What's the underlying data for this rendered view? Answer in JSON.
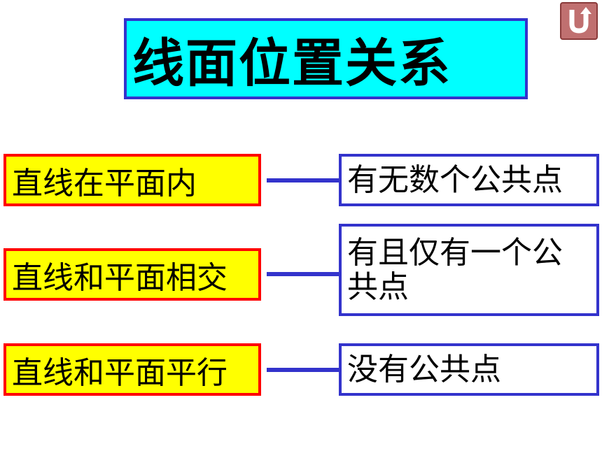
{
  "title": "线面位置关系",
  "back_button_icon": "return-arrow-icon",
  "colors": {
    "title_bg": "#00ffff",
    "title_border": "#3333cc",
    "left_bg": "#ffff00",
    "left_border": "#ff0000",
    "right_border": "#3333cc",
    "connector": "#3333cc"
  },
  "rows": [
    {
      "relation": "直线在平面内",
      "description": "有无数个公共点"
    },
    {
      "relation": "直线和平面相交",
      "description": "有且仅有一个公共点"
    },
    {
      "relation": "直线和平面平行",
      "description": "没有公共点"
    }
  ]
}
